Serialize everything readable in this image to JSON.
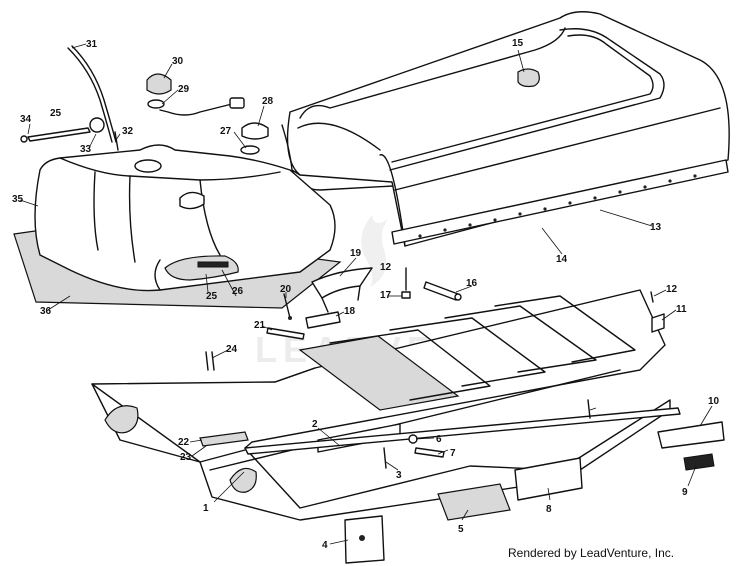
{
  "credit": "Rendered by LeadVenture, Inc.",
  "watermark": "LEADVENTURE",
  "callouts": [
    "1",
    "2",
    "3",
    "4",
    "5",
    "6",
    "7",
    "8",
    "9",
    "10",
    "11",
    "12",
    "13",
    "14",
    "15",
    "16",
    "17",
    "18",
    "19",
    "20",
    "21",
    "22",
    "23",
    "24",
    "25",
    "26",
    "27",
    "28",
    "29",
    "30",
    "31",
    "32",
    "33",
    "34",
    "35",
    "36"
  ]
}
